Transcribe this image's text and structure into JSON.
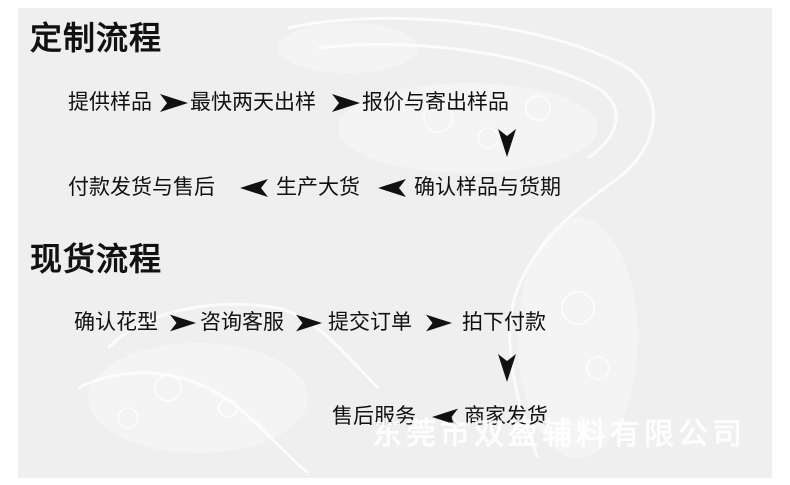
{
  "custom": {
    "title": "定制流程",
    "steps": [
      "提供样品",
      "最快两天出样",
      "报价与寄出样品",
      "确认样品与货期",
      "生产大货",
      "付款发货与售后"
    ]
  },
  "stock": {
    "title": "现货流程",
    "steps": [
      "确认花型",
      "咨询客服",
      "提交订单",
      "拍下付款",
      "商家发货",
      "售后服务"
    ]
  },
  "watermark": "东莞市双盈辅料有限公司",
  "colors": {
    "panel": "#efefef",
    "text": "#111111",
    "watermark": "#ffffff"
  }
}
